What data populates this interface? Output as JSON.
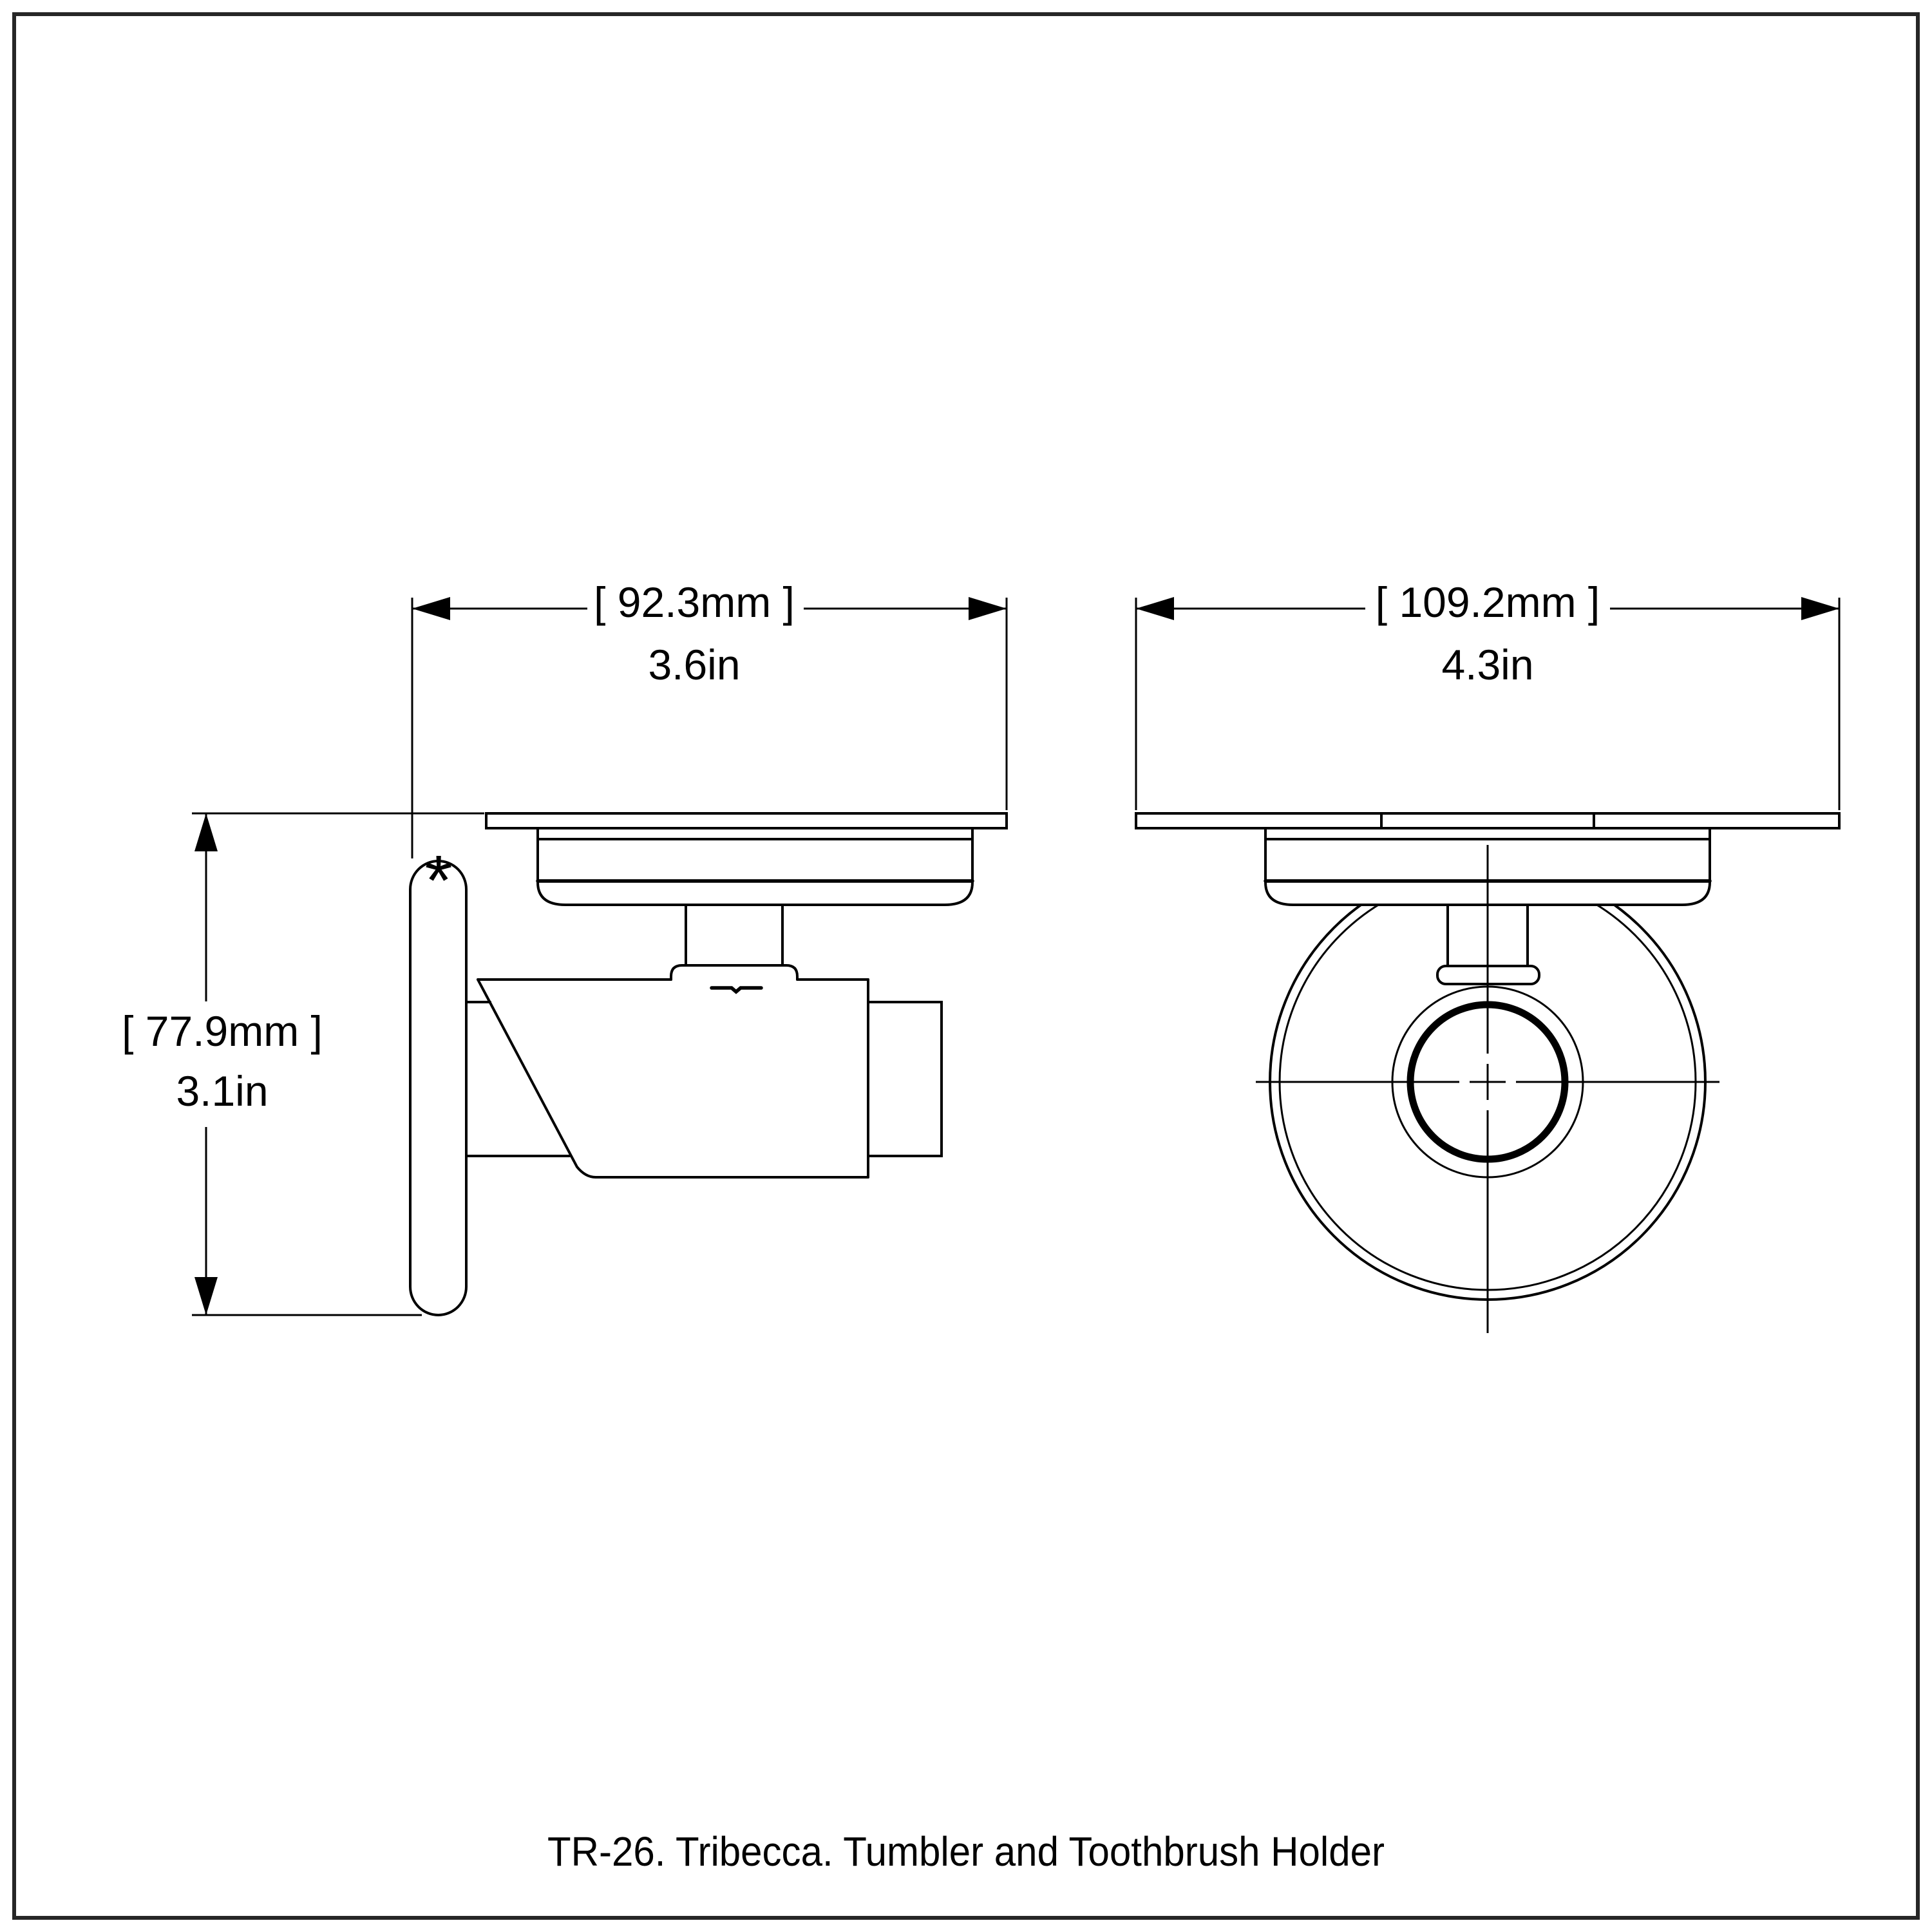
{
  "page": {
    "background_color": "#ffffff",
    "line_color": "#000000",
    "border_color": "#262626"
  },
  "caption": "TR-26. Tribecca. Tumbler and Toothbrush Holder",
  "views": {
    "side_view": {
      "label": "side view of wall-mounted tumbler holder",
      "width_dimension": {
        "mm": "[ 92.3mm ]",
        "inches": "3.6in"
      },
      "height_dimension": {
        "mm": "[ 77.9mm ]",
        "inches": "3.1in"
      },
      "wall_face_mark": "*"
    },
    "front_view": {
      "label": "front view of tumbler holder ring",
      "width_dimension": {
        "mm": "[ 109.2mm ]",
        "inches": "4.3in"
      }
    }
  }
}
